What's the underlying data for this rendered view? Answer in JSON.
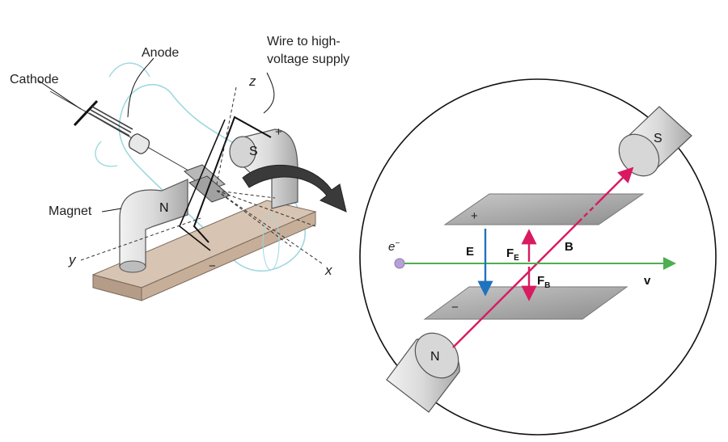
{
  "apparatus": {
    "labels": {
      "cathode": "Cathode",
      "anode": "Anode",
      "wire_line1": "Wire to high-",
      "wire_line2": "voltage supply",
      "magnet": "Magnet",
      "north": "N",
      "south": "S",
      "plus": "+",
      "minus": "−"
    },
    "axes": {
      "x": "x",
      "y": "y",
      "z": "z"
    }
  },
  "inset": {
    "electron": {
      "symbol": "e",
      "superscript": "−"
    },
    "vectors": {
      "E": "E",
      "F": "F",
      "FE_subscript": "E",
      "FB_subscript": "B",
      "B": "B",
      "v": "v"
    },
    "plates": {
      "top_sign": "+",
      "bottom_sign": "−"
    },
    "poles": {
      "north": "N",
      "south": "S"
    },
    "colors": {
      "E_field": "#1e73be",
      "forces": "#d81b60",
      "B_field": "#d81b60",
      "velocity": "#4caf50",
      "electron": "#b6a1d6",
      "plates": "#a9a9a9"
    }
  }
}
